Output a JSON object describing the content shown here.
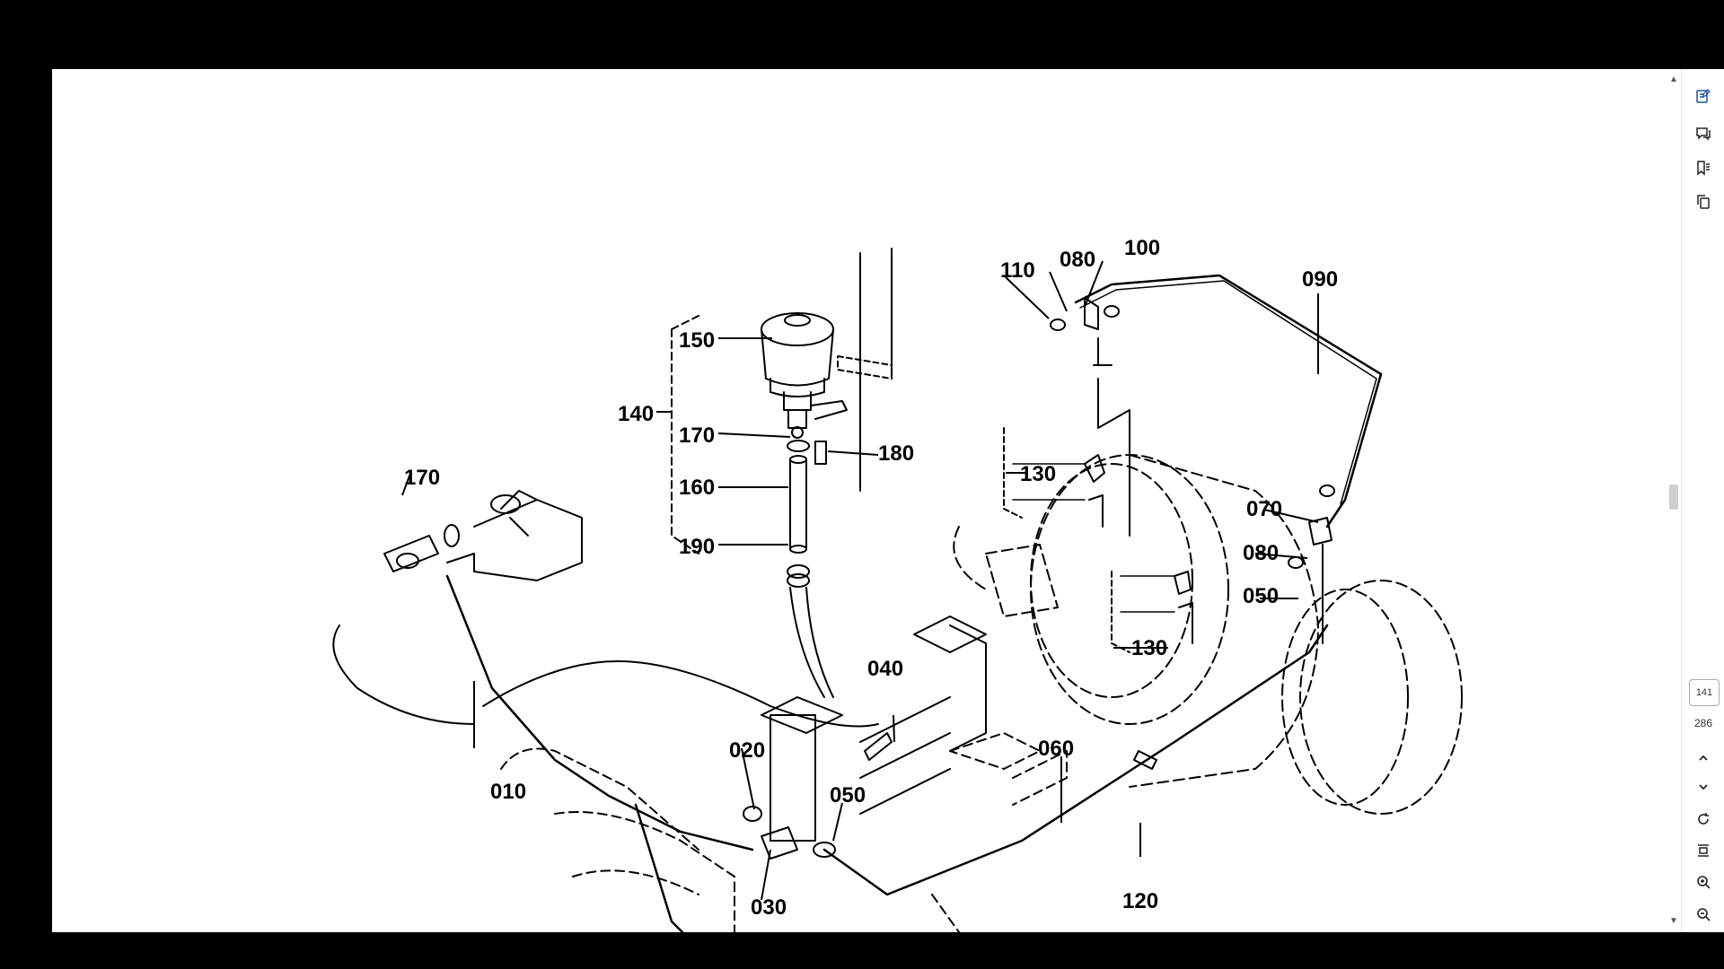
{
  "viewer": {
    "current_page": "141",
    "total_pages": "286"
  },
  "diagram": {
    "labels": {
      "l010": "010",
      "l020": "020",
      "l030": "030",
      "l040": "040",
      "l050a": "050",
      "l050b": "050",
      "l060": "060",
      "l070": "070",
      "l080a": "080",
      "l080b": "080",
      "l090": "090",
      "l100": "100",
      "l110": "110",
      "l120": "120",
      "l130a": "130",
      "l130b": "130",
      "l140": "140",
      "l150": "150",
      "l160": "160",
      "l170a": "170",
      "l170b": "170",
      "l180": "180",
      "l190": "190"
    }
  },
  "sidebar": {
    "icons": [
      "notes-icon",
      "comments-icon",
      "bookmarks-icon",
      "copy-pages-icon",
      "scroll-up-icon",
      "scroll-down-icon",
      "rotate-icon",
      "fit-page-icon",
      "zoom-in-icon",
      "zoom-out-icon"
    ]
  }
}
